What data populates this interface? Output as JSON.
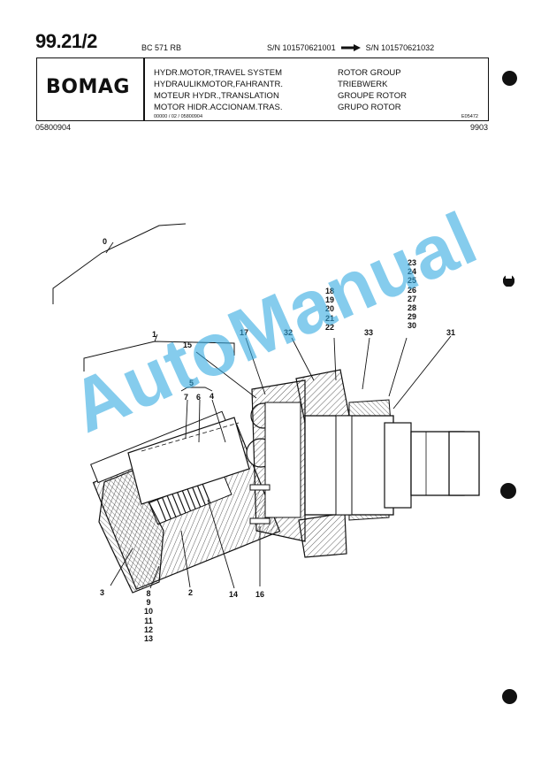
{
  "header": {
    "page_number": "99.21/2",
    "model": "BC 571 RB",
    "serial_from": "S/N 101570621001",
    "serial_to": "S/N 101570621032",
    "brand": "BOMAG",
    "titles": [
      "HYDR.MOTOR,TRAVEL SYSTEM",
      "HYDRAULIKMOTOR,FAHRANTR.",
      "MOTEUR HYDR.,TRANSLATION",
      "MOTOR HIDR.ACCIONAM.TRAS."
    ],
    "groups": [
      "ROTOR GROUP",
      "TRIEBWERK",
      "GROUPE ROTOR",
      "GRUPO ROTOR"
    ],
    "small_code_left": "00000 / 02 / 05800904",
    "small_code_right": "E05472",
    "document_number": "05800904",
    "date_code": "9903"
  },
  "watermark": "AutoManual",
  "diagram": {
    "callouts": {
      "c0": "0",
      "c1": "1",
      "c2": "2",
      "c3": "3",
      "c4": "4",
      "c5": "5",
      "c6": "6",
      "c7": "7",
      "c14": "14",
      "c15": "15",
      "c16": "16",
      "c17": "17",
      "c31": "31",
      "c32": "32",
      "c33": "33"
    },
    "list_8_13": [
      "8",
      "9",
      "10",
      "11",
      "12",
      "13"
    ],
    "list_18_22": [
      "18",
      "19",
      "20",
      "21",
      "22"
    ],
    "list_23_30": [
      "23",
      "24",
      "25",
      "26",
      "27",
      "28",
      "29",
      "30"
    ]
  }
}
